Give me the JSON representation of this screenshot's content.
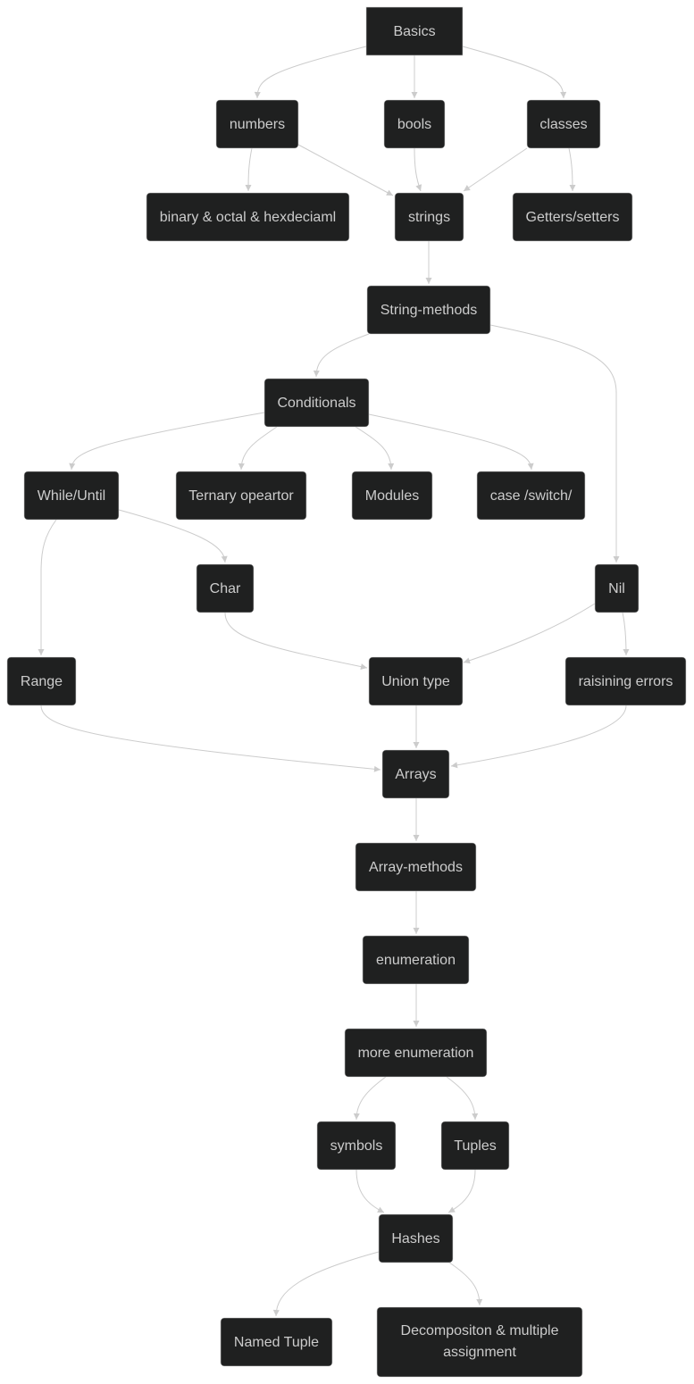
{
  "diagram": {
    "type": "flowchart",
    "colors": {
      "node_fill": "#1f2020",
      "node_text": "#cccccc",
      "edge": "#cccccc",
      "background": "#ffffff"
    },
    "nodes": [
      {
        "id": "basics",
        "label": "Basics"
      },
      {
        "id": "numbers",
        "label": "numbers"
      },
      {
        "id": "bools",
        "label": "bools"
      },
      {
        "id": "classes",
        "label": "classes"
      },
      {
        "id": "binary",
        "label": "binary & octal & hexdeciaml"
      },
      {
        "id": "strings",
        "label": "strings"
      },
      {
        "id": "getters",
        "label": "Getters/setters"
      },
      {
        "id": "stringmethods",
        "label": "String-methods"
      },
      {
        "id": "conditionals",
        "label": "Conditionals"
      },
      {
        "id": "whileuntil",
        "label": "While/Until"
      },
      {
        "id": "ternary",
        "label": "Ternary opeartor"
      },
      {
        "id": "modules",
        "label": "Modules"
      },
      {
        "id": "caseswitch",
        "label": "case /switch/"
      },
      {
        "id": "char",
        "label": "Char"
      },
      {
        "id": "nil",
        "label": "Nil"
      },
      {
        "id": "range",
        "label": "Range"
      },
      {
        "id": "uniontype",
        "label": "Union type"
      },
      {
        "id": "raising",
        "label": "raisining errors"
      },
      {
        "id": "arrays",
        "label": "Arrays"
      },
      {
        "id": "arraymethods",
        "label": "Array-methods"
      },
      {
        "id": "enumeration",
        "label": "enumeration"
      },
      {
        "id": "moreenum",
        "label": "more enumeration"
      },
      {
        "id": "symbols",
        "label": "symbols"
      },
      {
        "id": "tuples",
        "label": "Tuples"
      },
      {
        "id": "hashes",
        "label": "Hashes"
      },
      {
        "id": "namedtuple",
        "label": "Named Tuple"
      },
      {
        "id": "decomp",
        "label": "Decompositon & multiple assignment"
      }
    ],
    "edges": [
      {
        "from": "basics",
        "to": "numbers"
      },
      {
        "from": "basics",
        "to": "bools"
      },
      {
        "from": "basics",
        "to": "classes"
      },
      {
        "from": "numbers",
        "to": "binary"
      },
      {
        "from": "numbers",
        "to": "strings"
      },
      {
        "from": "bools",
        "to": "strings"
      },
      {
        "from": "classes",
        "to": "strings"
      },
      {
        "from": "classes",
        "to": "getters"
      },
      {
        "from": "strings",
        "to": "stringmethods"
      },
      {
        "from": "stringmethods",
        "to": "conditionals"
      },
      {
        "from": "stringmethods",
        "to": "nil"
      },
      {
        "from": "conditionals",
        "to": "whileuntil"
      },
      {
        "from": "conditionals",
        "to": "ternary"
      },
      {
        "from": "conditionals",
        "to": "modules"
      },
      {
        "from": "conditionals",
        "to": "caseswitch"
      },
      {
        "from": "whileuntil",
        "to": "range"
      },
      {
        "from": "whileuntil",
        "to": "char"
      },
      {
        "from": "char",
        "to": "uniontype"
      },
      {
        "from": "nil",
        "to": "uniontype"
      },
      {
        "from": "nil",
        "to": "raising"
      },
      {
        "from": "range",
        "to": "arrays"
      },
      {
        "from": "uniontype",
        "to": "arrays"
      },
      {
        "from": "raising",
        "to": "arrays"
      },
      {
        "from": "arrays",
        "to": "arraymethods"
      },
      {
        "from": "arraymethods",
        "to": "enumeration"
      },
      {
        "from": "enumeration",
        "to": "moreenum"
      },
      {
        "from": "moreenum",
        "to": "symbols"
      },
      {
        "from": "moreenum",
        "to": "tuples"
      },
      {
        "from": "symbols",
        "to": "hashes"
      },
      {
        "from": "tuples",
        "to": "hashes"
      },
      {
        "from": "hashes",
        "to": "namedtuple"
      },
      {
        "from": "hashes",
        "to": "decomp"
      }
    ]
  }
}
